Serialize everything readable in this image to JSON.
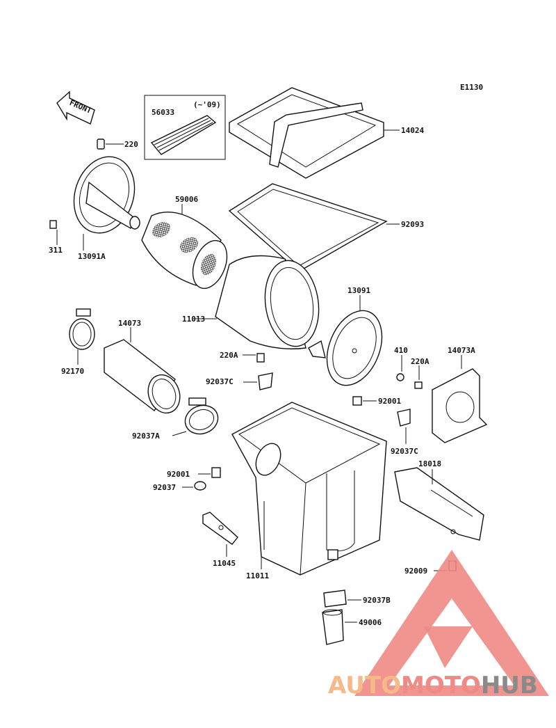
{
  "diagram": {
    "code": "E1130",
    "front_label": "FRONT",
    "inset_note": "(~'09)",
    "parts": [
      {
        "id": "p1",
        "label": "220"
      },
      {
        "id": "p2",
        "label": "13091A"
      },
      {
        "id": "p3",
        "label": "311"
      },
      {
        "id": "p4",
        "label": "56033"
      },
      {
        "id": "p5",
        "label": "14024"
      },
      {
        "id": "p6",
        "label": "59006"
      },
      {
        "id": "p7",
        "label": "92093"
      },
      {
        "id": "p8",
        "label": "11013"
      },
      {
        "id": "p9",
        "label": "13091"
      },
      {
        "id": "p10",
        "label": "14073"
      },
      {
        "id": "p11",
        "label": "92170"
      },
      {
        "id": "p12",
        "label": "220A"
      },
      {
        "id": "p13",
        "label": "410"
      },
      {
        "id": "p14",
        "label": "220A"
      },
      {
        "id": "p15",
        "label": "14073A"
      },
      {
        "id": "p16",
        "label": "92037C"
      },
      {
        "id": "p17",
        "label": "92001"
      },
      {
        "id": "p18",
        "label": "92037A"
      },
      {
        "id": "p19",
        "label": "92037C"
      },
      {
        "id": "p20",
        "label": "18018"
      },
      {
        "id": "p21",
        "label": "92001"
      },
      {
        "id": "p22",
        "label": "92037"
      },
      {
        "id": "p23",
        "label": "11045"
      },
      {
        "id": "p24",
        "label": "11011"
      },
      {
        "id": "p25",
        "label": "92009"
      },
      {
        "id": "p26",
        "label": "92037B"
      },
      {
        "id": "p27",
        "label": "49006"
      }
    ]
  },
  "watermark": {
    "part1": "AUTO",
    "part2": "MOTO",
    "part3": "HUB",
    "colors": {
      "part1": "#f5b98a",
      "part2": "#f08a84",
      "part3": "#8a8a8a",
      "triangle": "#f08a84"
    }
  }
}
